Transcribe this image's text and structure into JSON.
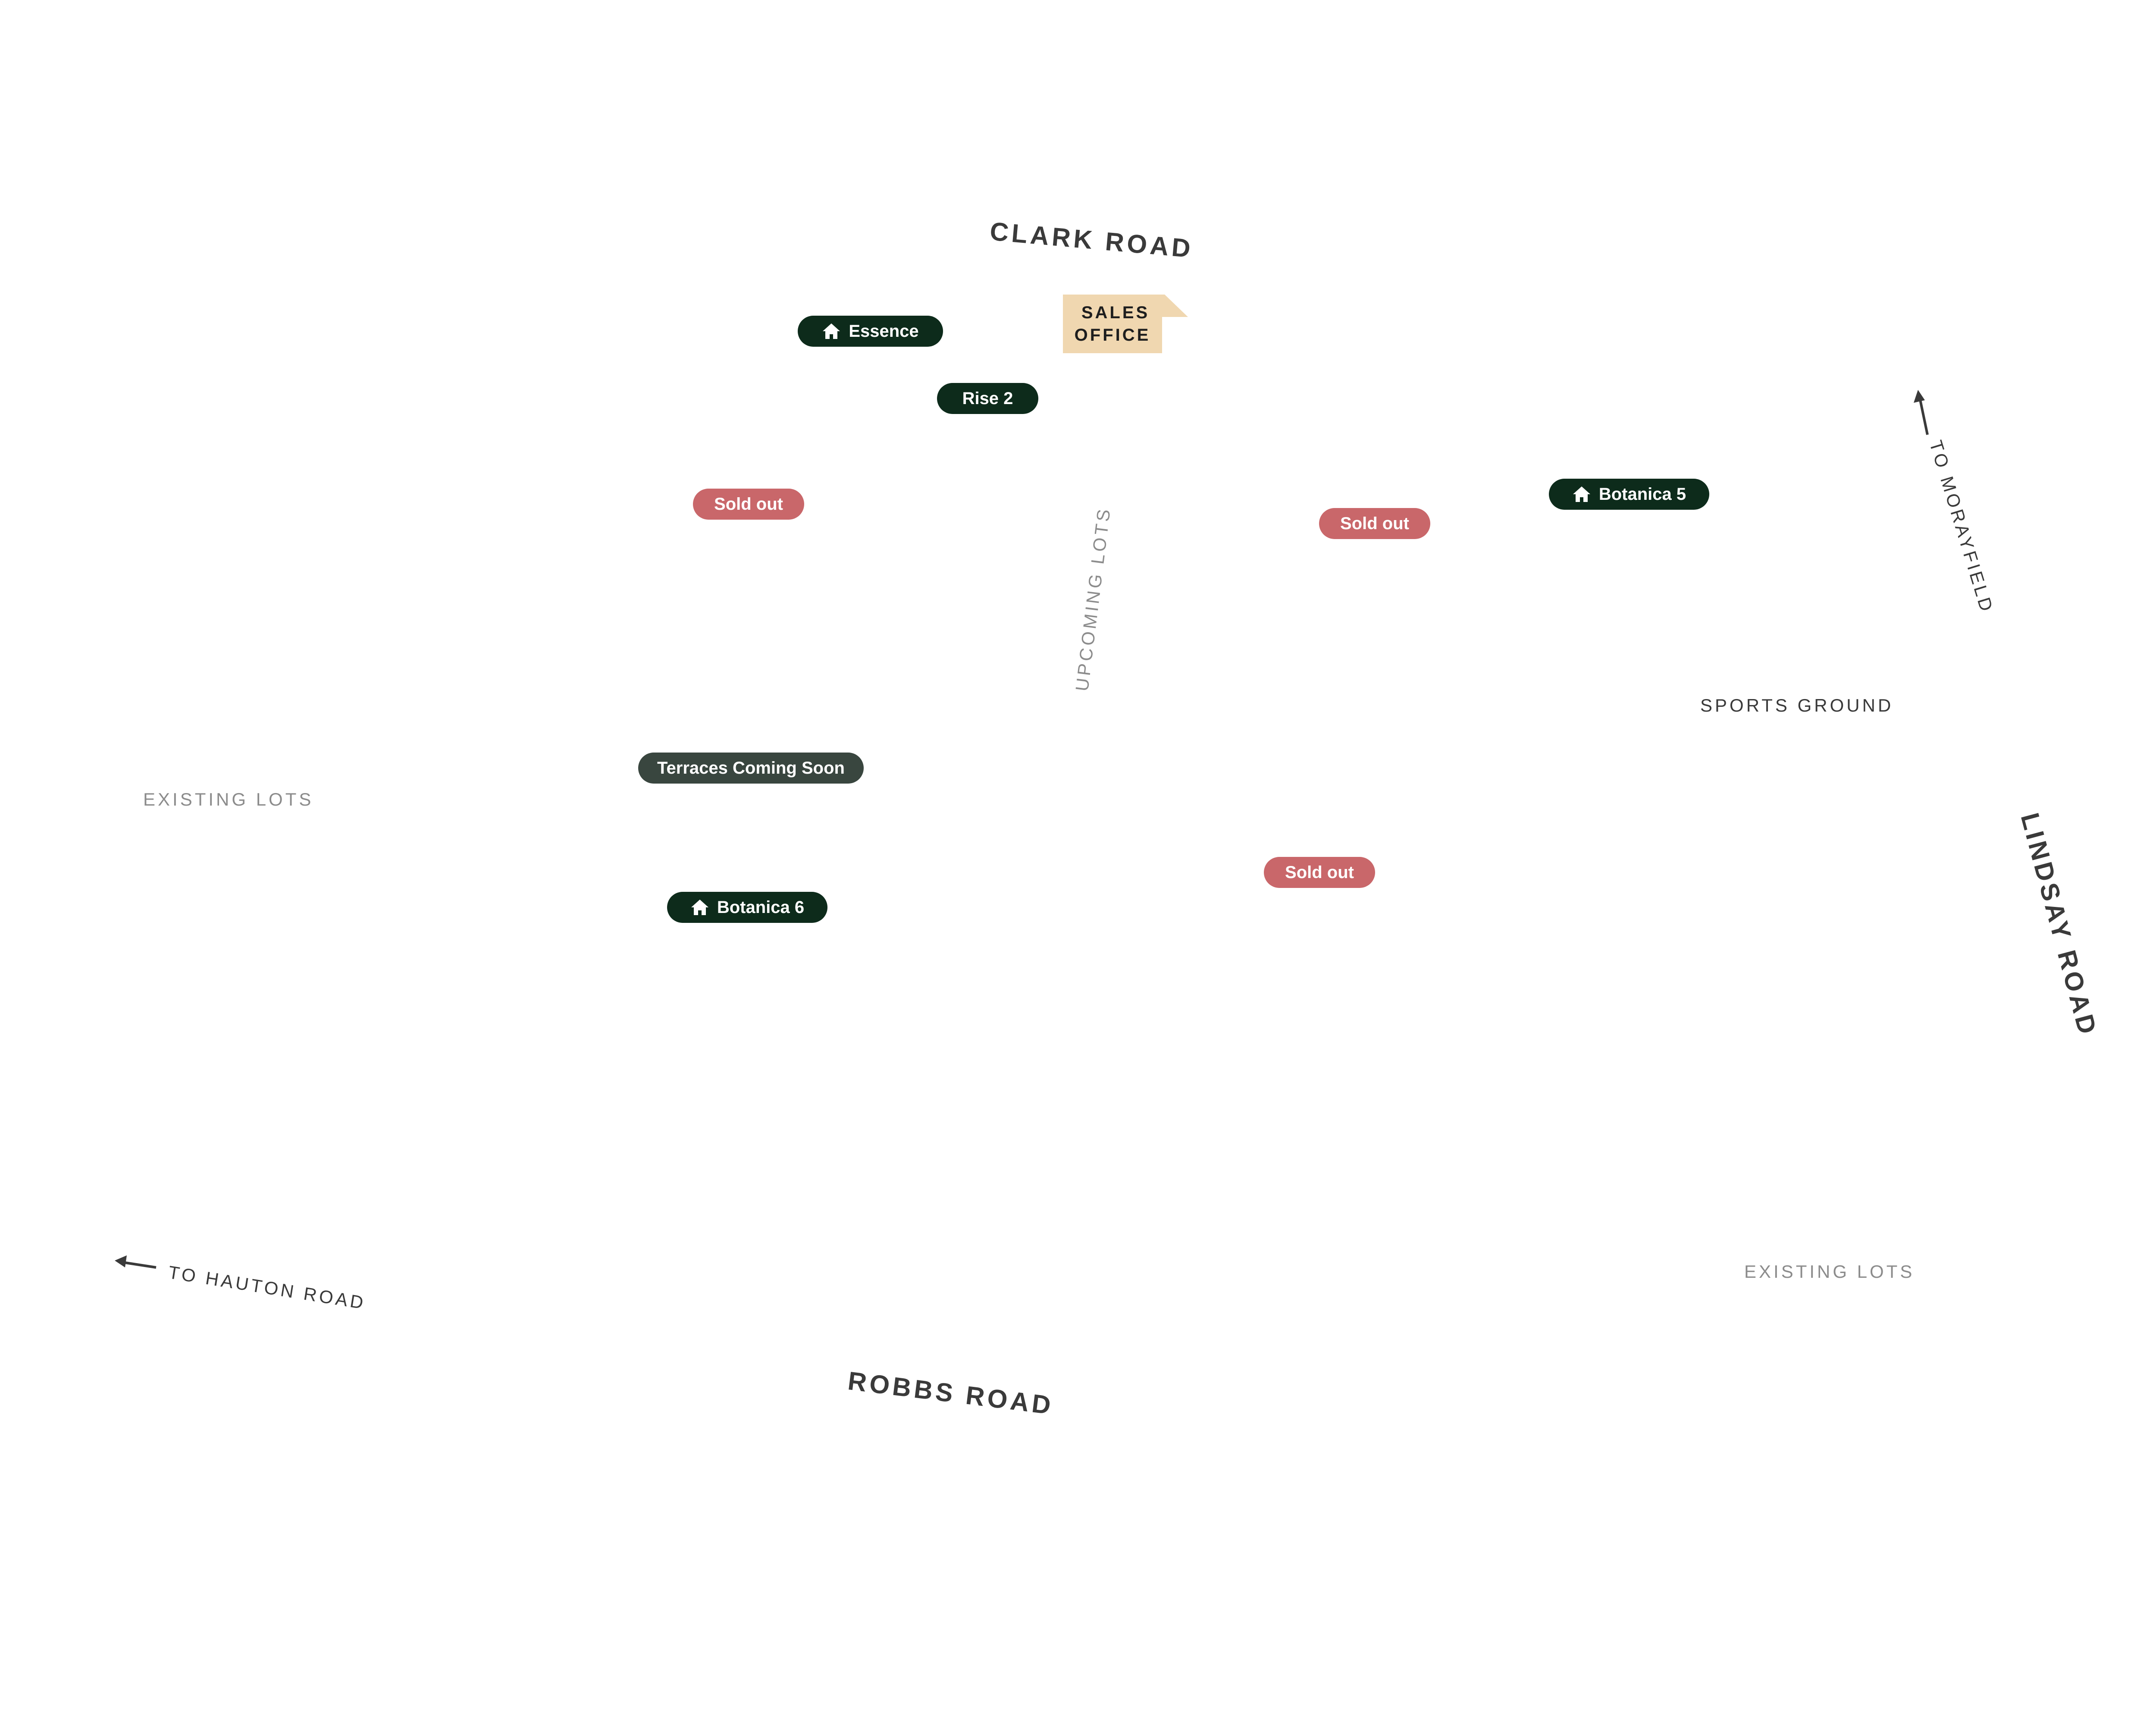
{
  "roads": {
    "clark": "CLARK ROAD",
    "robbs": "ROBBS ROAD",
    "lindsay": "LINDSAY ROAD"
  },
  "areas": {
    "existing_lots_west": "EXISTING LOTS",
    "existing_lots_east": "EXISTING LOTS",
    "sports_ground": "SPORTS GROUND",
    "upcoming_lots": "UPCOMING  LOTS"
  },
  "directions": {
    "to_morayfield": "TO MORAYFIELD",
    "to_hauton_road": "TO HAUTON ROAD"
  },
  "sales_office": {
    "line1": "SALES",
    "line2": "OFFICE",
    "color": "#f0d7b0"
  },
  "markers": {
    "essence": {
      "label": "Essence",
      "icon": "home-icon"
    },
    "rise2": {
      "label": "Rise 2"
    },
    "botanica5": {
      "label": "Botanica 5",
      "icon": "home-icon"
    },
    "botanica6": {
      "label": "Botanica 6",
      "icon": "home-icon"
    },
    "terraces": {
      "label": "Terraces Coming Soon"
    },
    "soldout_1": {
      "label": "Sold out"
    },
    "soldout_2": {
      "label": "Sold out"
    },
    "soldout_3": {
      "label": "Sold out"
    }
  },
  "colors": {
    "marker_dark": "#0d2b1b",
    "marker_sold": "#c9676a",
    "marker_soon": "#39463f"
  }
}
